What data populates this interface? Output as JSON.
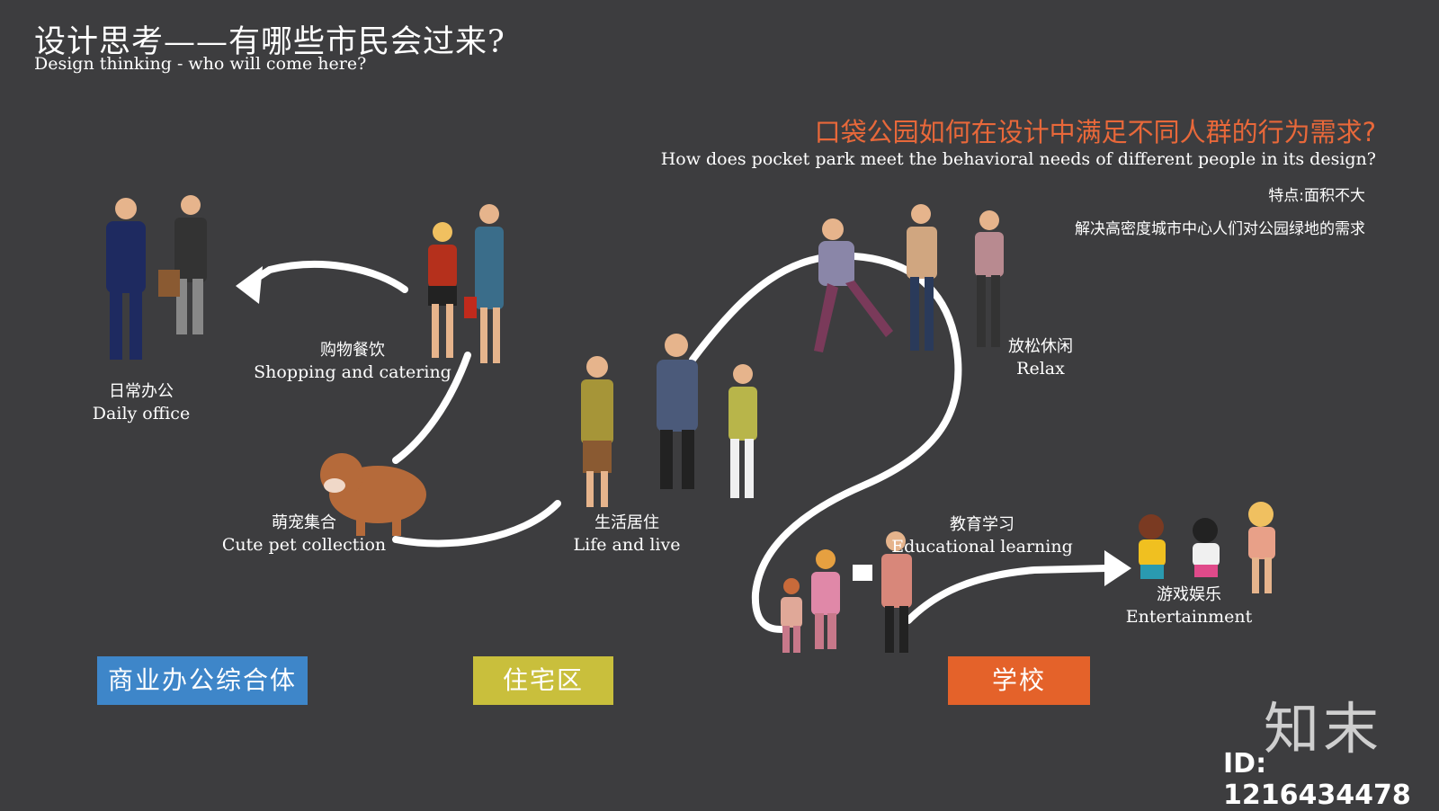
{
  "header": {
    "title_cn": "设计思考——有哪些市民会过来?",
    "title_en": "Design thinking - who will come here?"
  },
  "question": {
    "cn": "口袋公园如何在设计中满足不同人群的行为需求?",
    "en": "How does pocket park meet the behavioral needs of different people in its design?",
    "feature": "特点:面积不大",
    "need": "解决高密度城市中心人们对公园绿地的需求"
  },
  "activities": [
    {
      "cn": "日常办公",
      "en": "Daily office"
    },
    {
      "cn": "购物餐饮",
      "en": "Shopping and catering"
    },
    {
      "cn": "萌宠集合",
      "en": "Cute pet collection"
    },
    {
      "cn": "生活居住",
      "en": "Life and live"
    },
    {
      "cn": "放松休闲",
      "en": "Relax"
    },
    {
      "cn": "教育学习",
      "en": "Educational learning"
    },
    {
      "cn": "游戏娱乐",
      "en": "Entertainment"
    }
  ],
  "zones": [
    {
      "label": "商业办公综合体",
      "color": "#3e86c9"
    },
    {
      "label": "住宅区",
      "color": "#c9bf3c"
    },
    {
      "label": "学校",
      "color": "#e4622a"
    }
  ],
  "brand": {
    "logo": "知末",
    "id": "ID: 1216434478"
  },
  "colors": {
    "background": "#3d3d3f",
    "accent": "#e8683a",
    "path": "#ffffff"
  }
}
